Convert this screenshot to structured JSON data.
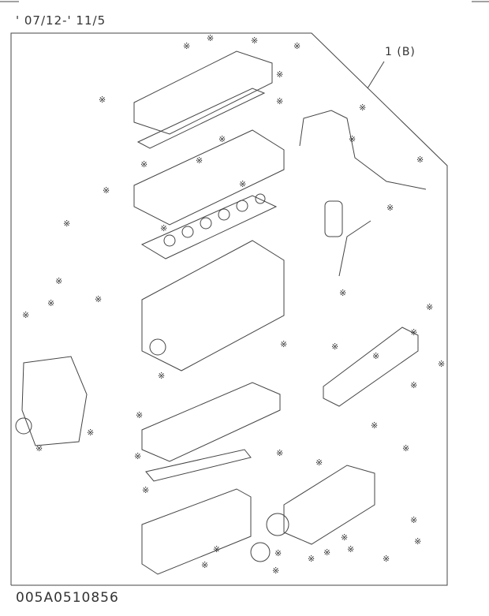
{
  "header": {
    "date_range": "' 07/12-' 11/5"
  },
  "diagram": {
    "callout_label": "1 (B)",
    "marker_symbol": "※",
    "line_color": "#444444"
  },
  "footer": {
    "drawing_number": "005A0510856"
  }
}
